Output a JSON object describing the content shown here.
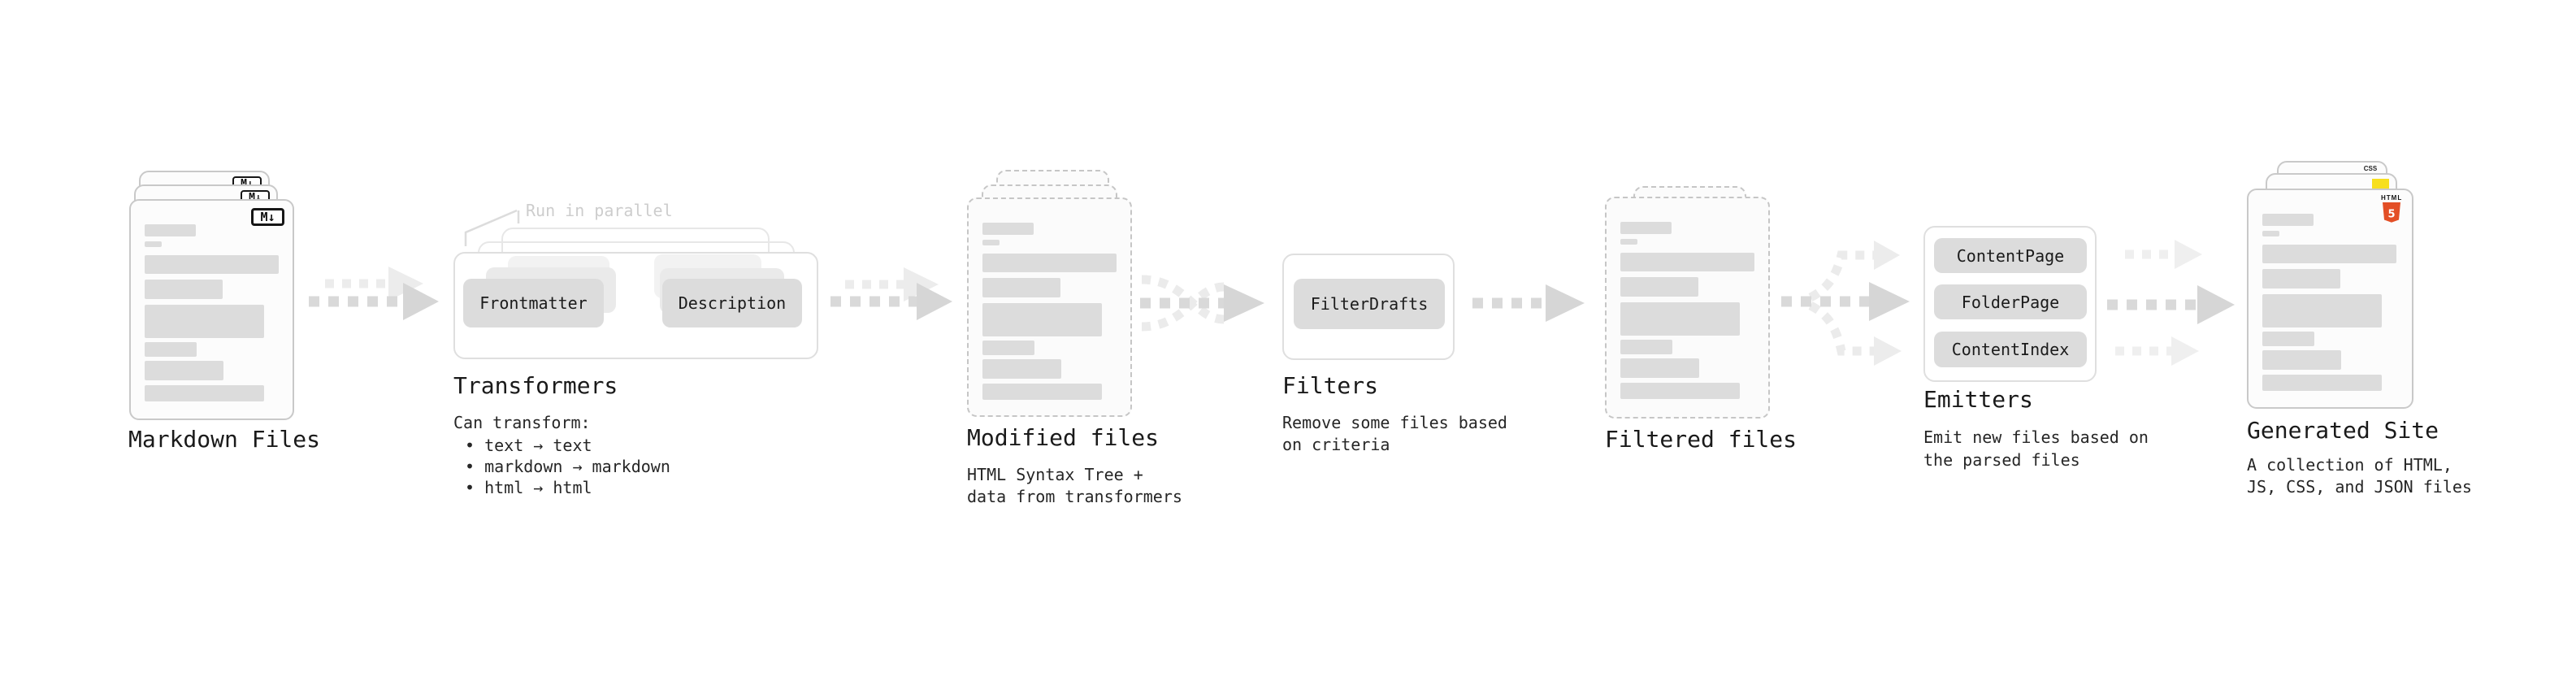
{
  "colors": {
    "html5_orange": "#e34f26",
    "js_yellow": "#f7df1e",
    "css_blue": "#2862e9",
    "note_gray": "#cdcdcd"
  },
  "stages": {
    "markdown": {
      "label": "Markdown Files",
      "badge": "M↓"
    },
    "transformers": {
      "label": "Transformers",
      "note": "Run in parallel",
      "boxes": [
        "Frontmatter",
        "Description"
      ],
      "desc_heading": "Can transform:",
      "bullets": [
        "• text → text",
        "• markdown → markdown",
        "• html → html"
      ]
    },
    "modified": {
      "label": "Modified files",
      "desc": [
        "HTML Syntax Tree +",
        "data from transformers"
      ]
    },
    "filters": {
      "label": "Filters",
      "box": "FilterDrafts",
      "desc": [
        "Remove some files based",
        "on criteria"
      ]
    },
    "filtered": {
      "label": "Filtered files"
    },
    "emitters": {
      "label": "Emitters",
      "boxes": [
        "ContentPage",
        "FolderPage",
        "ContentIndex"
      ],
      "desc": [
        "Emit new files based on",
        "the parsed files"
      ]
    },
    "generated": {
      "label": "Generated Site",
      "desc": [
        "A collection of HTML,",
        "JS, CSS, and JSON files"
      ],
      "badges": {
        "css": "CSS",
        "html": "HTML",
        "html5_number": "5"
      }
    }
  },
  "doc_bars": [
    {
      "t": 29,
      "w": 63,
      "h": 15
    },
    {
      "t": 50,
      "w": 21,
      "h": 7
    },
    {
      "t": 67,
      "w": 165,
      "h": 23
    },
    {
      "t": 97,
      "w": 96,
      "h": 24
    },
    {
      "t": 128,
      "w": 147,
      "h": 41
    },
    {
      "t": 174,
      "w": 64,
      "h": 18
    },
    {
      "t": 197,
      "w": 97,
      "h": 24
    },
    {
      "t": 227,
      "w": 147,
      "h": 20
    }
  ]
}
